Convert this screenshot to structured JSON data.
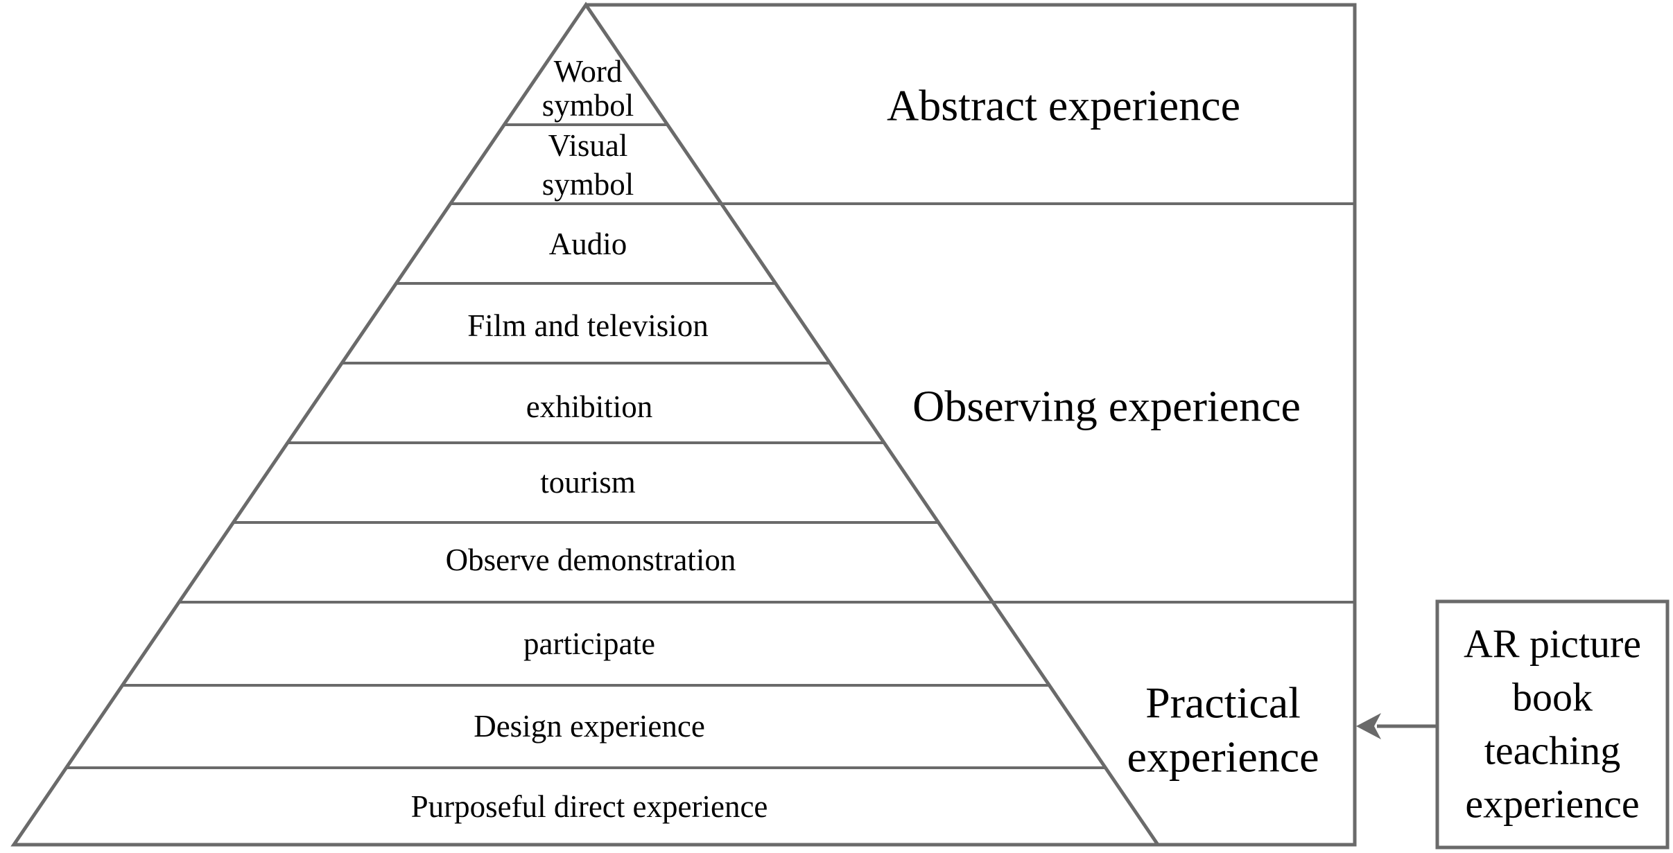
{
  "figure": {
    "title": "Cone of experience pyramid diagram",
    "colors": {
      "line": "#6a6a6a",
      "text": "#000000",
      "background": "#ffffff"
    },
    "pyramid": {
      "levels": [
        {
          "name": "word-symbol",
          "lines": [
            "Word",
            "symbol"
          ]
        },
        {
          "name": "visual-symbol",
          "lines": [
            "Visual",
            "symbol"
          ]
        },
        {
          "name": "audio",
          "lines": [
            "Audio"
          ]
        },
        {
          "name": "film-and-television",
          "lines": [
            "Film and television"
          ]
        },
        {
          "name": "exhibition",
          "lines": [
            "exhibition"
          ]
        },
        {
          "name": "tourism",
          "lines": [
            "tourism"
          ]
        },
        {
          "name": "observe-demonstration",
          "lines": [
            "Observe demonstration"
          ]
        },
        {
          "name": "participate",
          "lines": [
            "participate"
          ]
        },
        {
          "name": "design-experience",
          "lines": [
            "Design experience"
          ]
        },
        {
          "name": "purposeful-direct-experience",
          "lines": [
            "Purposeful direct experience"
          ]
        }
      ]
    },
    "sections": {
      "abstract": {
        "label": "Abstract experience"
      },
      "observing": {
        "label": "Observing experience"
      },
      "practical": {
        "lines": [
          "Practical",
          "experience"
        ]
      }
    },
    "annotation_box": {
      "lines": [
        "AR picture",
        "book",
        "teaching",
        "experience"
      ]
    }
  }
}
